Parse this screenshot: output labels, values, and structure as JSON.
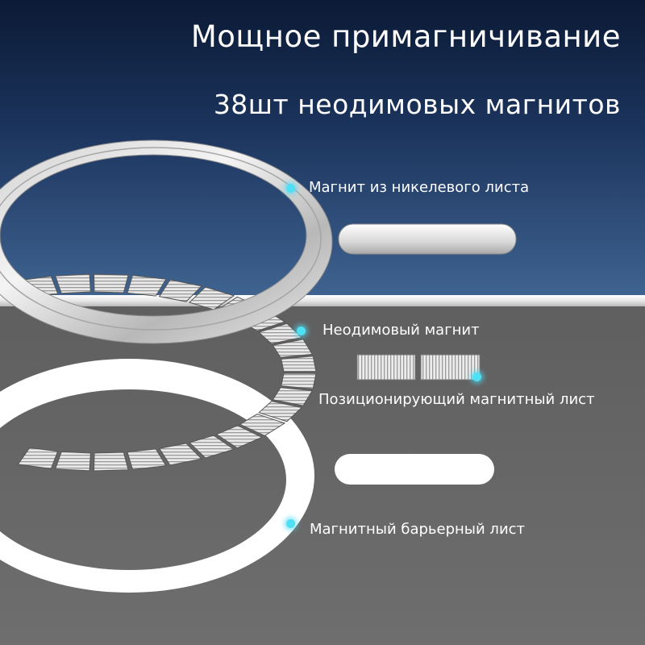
{
  "headline": "Мощное примагничивание",
  "subheadline": "38шт неодимовых магнитов",
  "callouts": [
    {
      "label": "Магнит из никелевого листа"
    },
    {
      "label": "Неодимовый магнит"
    },
    {
      "label": "Позиционирующий магнитный лист"
    },
    {
      "label": "Магнитный барьерный лист"
    }
  ],
  "colors": {
    "accent_dot": "#4fe0f5",
    "top_bg": "#1c355e",
    "bottom_bg": "#6a6a6a"
  }
}
